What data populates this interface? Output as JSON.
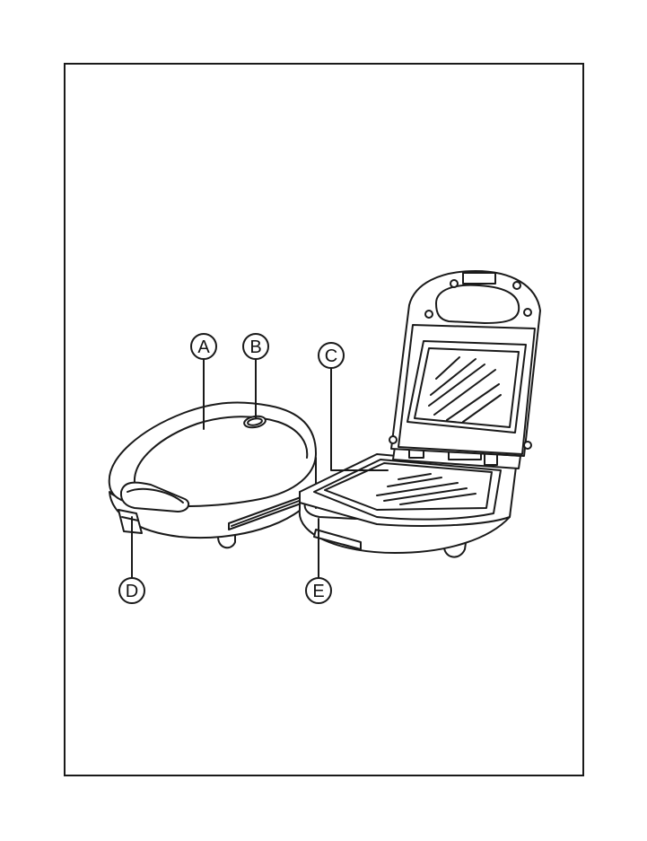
{
  "diagram": {
    "callouts": [
      {
        "id": "A",
        "label": "A"
      },
      {
        "id": "B",
        "label": "B"
      },
      {
        "id": "C",
        "label": "C"
      },
      {
        "id": "D",
        "label": "D"
      },
      {
        "id": "E",
        "label": "E"
      }
    ]
  },
  "colors": {
    "ink": "#1a1a1a",
    "fill_white": "#ffffff",
    "shade": "#d9d9d9"
  }
}
